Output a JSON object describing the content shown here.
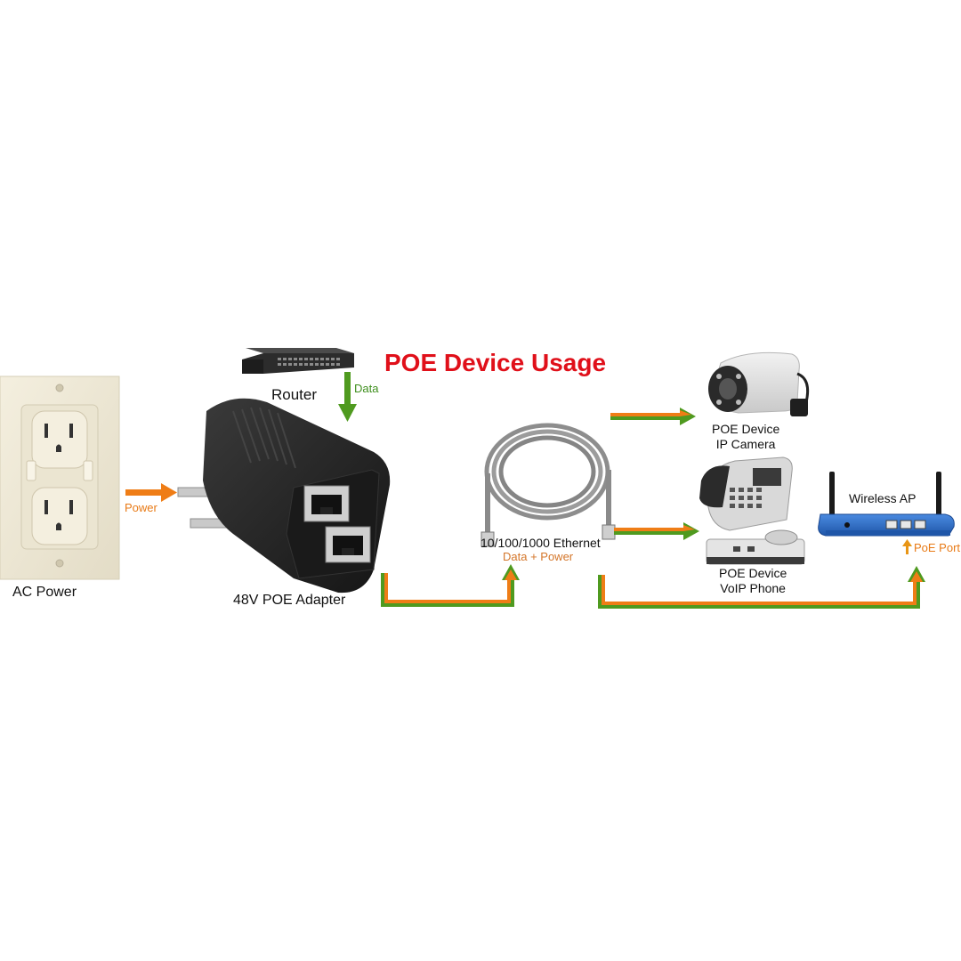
{
  "title": "POE Device Usage",
  "labels": {
    "ac_power": "AC Power",
    "power_arrow": "Power",
    "router": "Router",
    "data_arrow": "Data",
    "adapter": "48V POE Adapter",
    "ethernet": "10/100/1000 Ethernet",
    "data_power": "Data + Power",
    "camera_line1": "POE Device",
    "camera_line2": "IP Camera",
    "phone_line1": "POE Device",
    "phone_line2": "VoIP Phone",
    "wireless_ap": "Wireless AP",
    "poe_port": "PoE Port"
  },
  "colors": {
    "title": "#e0101a",
    "data_line": "#4f9a1f",
    "power_line": "#ef7d16",
    "ap_body": "#2f6fc9",
    "adapter_body": "#232323"
  },
  "icons": [
    "wall-outlet-icon",
    "router-icon",
    "poe-adapter-icon",
    "ethernet-cable-icon",
    "ip-camera-icon",
    "voip-phone-icon",
    "wireless-ap-icon"
  ]
}
